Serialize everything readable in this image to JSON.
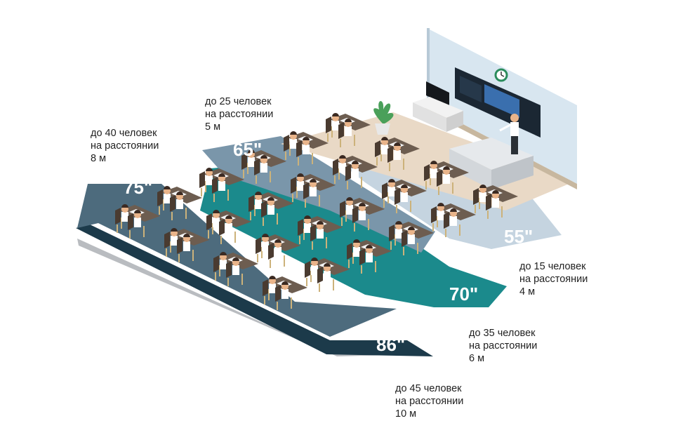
{
  "zones": [
    {
      "size": "55\"",
      "line1": "до 15 человек",
      "line2": "на расстоянии",
      "line3": "4 м",
      "color": "#c5d4e0"
    },
    {
      "size": "65\"",
      "line1": "до 25 человек",
      "line2": "на расстоянии",
      "line3": "5 м",
      "color": "#7a96aa"
    },
    {
      "size": "70\"",
      "line1": "до 35 человек",
      "line2": "на расстоянии",
      "line3": "6 м",
      "color": "#1b8a8c"
    },
    {
      "size": "75\"",
      "line1": "до 40 человек",
      "line2": "на расстоянии",
      "line3": "8 м",
      "color": "#4d6b7d"
    },
    {
      "size": "86\"",
      "line1": "до 45 человек",
      "line2": "на расстоянии",
      "line3": "10 м",
      "color": "#1c3a4a"
    }
  ],
  "colors": {
    "floor": "#e9d9c6",
    "wall": "#d8e6f0",
    "desk": "#6d5d50",
    "chair": "#4a3b30"
  }
}
